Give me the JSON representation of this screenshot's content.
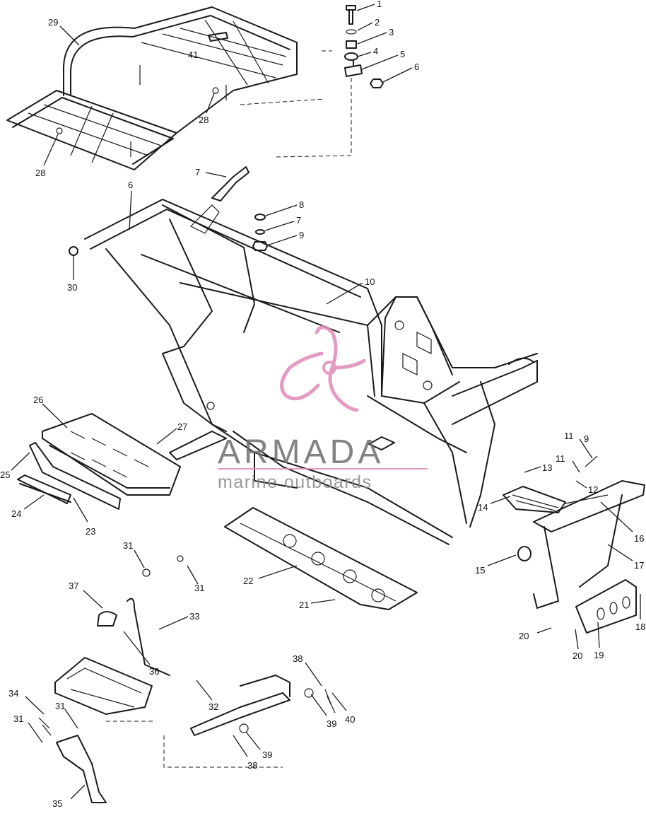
{
  "watermark": {
    "title": "ARMADA",
    "subtitle": "marine outboards",
    "color": "#e08ab8"
  },
  "callouts": [
    {
      "id": "c1",
      "label": "1"
    },
    {
      "id": "c2",
      "label": "2"
    },
    {
      "id": "c3",
      "label": "3"
    },
    {
      "id": "c4",
      "label": "4"
    },
    {
      "id": "c5",
      "label": "5"
    },
    {
      "id": "c6a",
      "label": "6"
    },
    {
      "id": "c29",
      "label": "29"
    },
    {
      "id": "c41",
      "label": "41"
    },
    {
      "id": "c28a",
      "label": "28"
    },
    {
      "id": "c28b",
      "label": "28"
    },
    {
      "id": "c7a",
      "label": "7"
    },
    {
      "id": "c6b",
      "label": "6"
    },
    {
      "id": "c8",
      "label": "8"
    },
    {
      "id": "c7b",
      "label": "7"
    },
    {
      "id": "c9a",
      "label": "9"
    },
    {
      "id": "c30",
      "label": "30"
    },
    {
      "id": "c10",
      "label": "10"
    },
    {
      "id": "c26",
      "label": "26"
    },
    {
      "id": "c27",
      "label": "27"
    },
    {
      "id": "c25",
      "label": "25"
    },
    {
      "id": "c24",
      "label": "24"
    },
    {
      "id": "c23",
      "label": "23"
    },
    {
      "id": "c11a",
      "label": "11"
    },
    {
      "id": "c9b",
      "label": "9"
    },
    {
      "id": "c11b",
      "label": "11"
    },
    {
      "id": "c13",
      "label": "13"
    },
    {
      "id": "c12",
      "label": "12"
    },
    {
      "id": "c14",
      "label": "14"
    },
    {
      "id": "c16",
      "label": "16"
    },
    {
      "id": "c17",
      "label": "17"
    },
    {
      "id": "c15",
      "label": "15"
    },
    {
      "id": "c22",
      "label": "22"
    },
    {
      "id": "c21",
      "label": "21"
    },
    {
      "id": "c31a",
      "label": "31"
    },
    {
      "id": "c31b",
      "label": "31"
    },
    {
      "id": "c37",
      "label": "37"
    },
    {
      "id": "c33",
      "label": "33"
    },
    {
      "id": "c36",
      "label": "36"
    },
    {
      "id": "c18",
      "label": "18"
    },
    {
      "id": "c20a",
      "label": "20"
    },
    {
      "id": "c20b",
      "label": "20"
    },
    {
      "id": "c19",
      "label": "19"
    },
    {
      "id": "c38a",
      "label": "38"
    },
    {
      "id": "c34",
      "label": "34"
    },
    {
      "id": "c31c",
      "label": "31"
    },
    {
      "id": "c31d",
      "label": "31"
    },
    {
      "id": "c32",
      "label": "32"
    },
    {
      "id": "c39a",
      "label": "39"
    },
    {
      "id": "c40",
      "label": "40"
    },
    {
      "id": "c39b",
      "label": "39"
    },
    {
      "id": "c38b",
      "label": "38"
    },
    {
      "id": "c35",
      "label": "35"
    }
  ]
}
